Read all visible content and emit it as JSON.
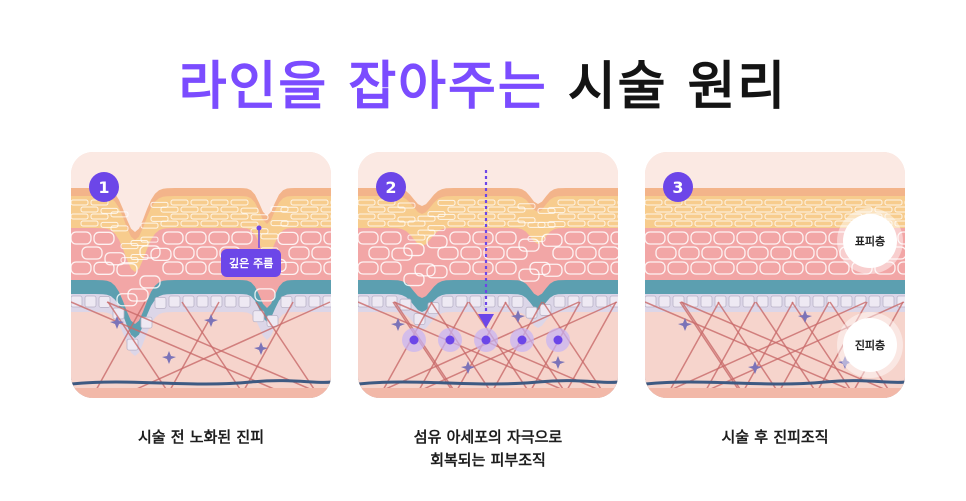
{
  "title": {
    "highlight": "라인을 잡아주는",
    "rest": "시술 원리"
  },
  "panels": [
    {
      "number": "1",
      "tag": "깊은 주름",
      "caption_line1": "시술 전 노화된 진피",
      "caption_line2": ""
    },
    {
      "number": "2",
      "caption_line1": "섬유 아세포의 자극으로",
      "caption_line2": "회복되는 피부조직"
    },
    {
      "number": "3",
      "label_top": "표피층",
      "label_bottom": "진피층",
      "caption_line1": "시술 후 진피조직",
      "caption_line2": ""
    }
  ],
  "colors": {
    "accent": "#7b4cff",
    "badge": "#6c46e8"
  }
}
